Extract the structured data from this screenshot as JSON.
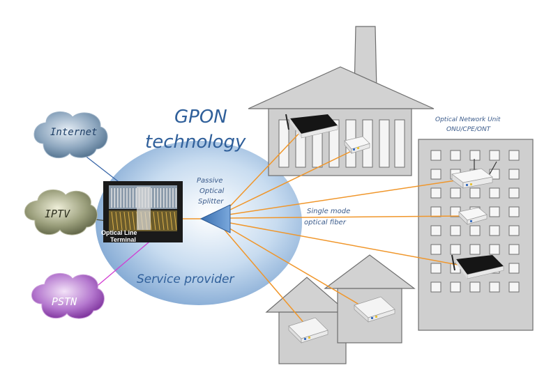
{
  "title": {
    "line1": "GPON",
    "line2": "technology"
  },
  "clouds": {
    "internet": {
      "label": "Internet",
      "color": "#5c7f9c"
    },
    "iptv": {
      "label": "IPTV",
      "color": "#6e7456"
    },
    "pstn": {
      "label": "PSTN",
      "color": "#8a3aa6"
    }
  },
  "olt": {
    "line1": "Optical Line",
    "line2": "Terminal"
  },
  "splitter": {
    "line1": "Passive",
    "line2": "Optical",
    "line3": "Splitter"
  },
  "fiber": {
    "line1": "Single mode",
    "line2": "optical fiber"
  },
  "provider": {
    "label": "Service provider"
  },
  "onu": {
    "line1": "Optical Network Unit",
    "line2": "ONU/CPE/ONT"
  },
  "colors": {
    "fiber_line": "#f0962a",
    "pstn_line": "#d23cd2",
    "internet_line": "#3a67a8",
    "provider_disc": "#9cc0e4",
    "building": "#cfcfcf"
  }
}
